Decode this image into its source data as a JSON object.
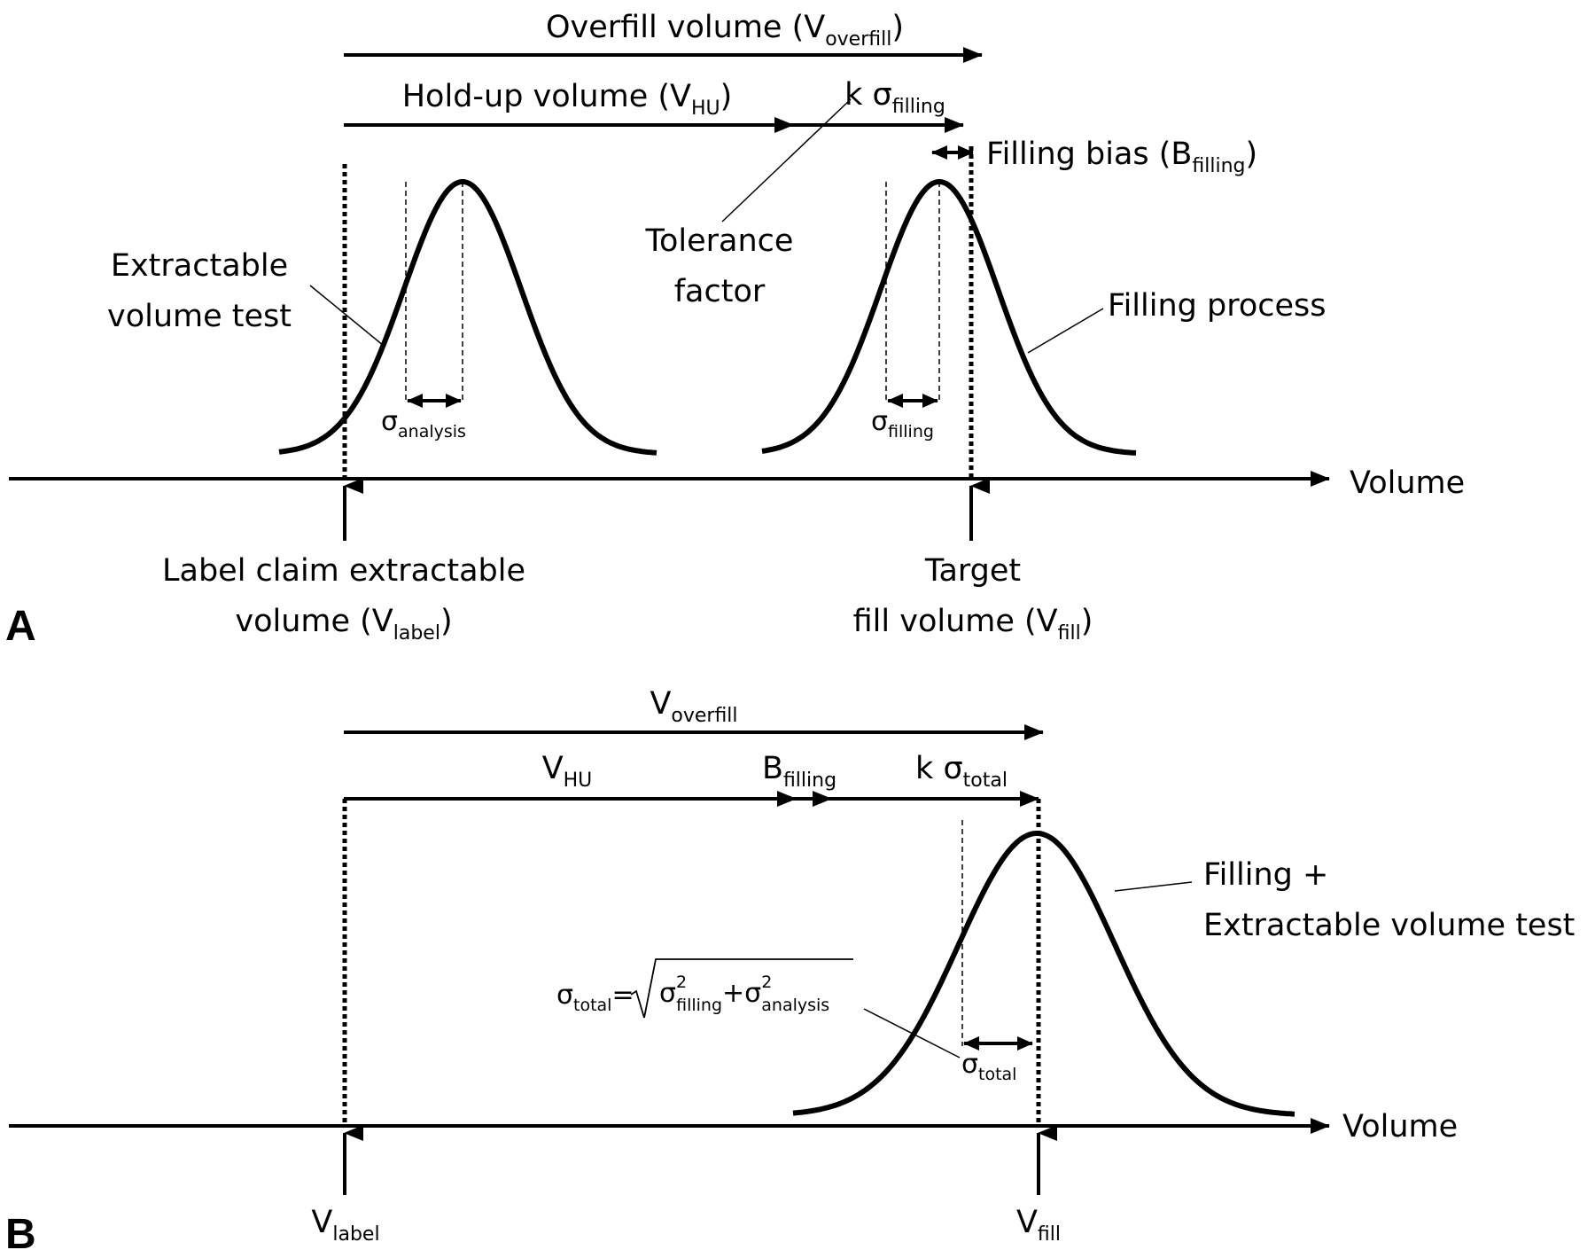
{
  "panel_a": {
    "panel_label": "A",
    "overfill": {
      "main": "Overfill volume (V",
      "sub": "overfill",
      "close": ")"
    },
    "holdup": {
      "main": "Hold-up volume (V",
      "sub": "HU",
      "close": ")"
    },
    "k_sigma": {
      "main": "k σ",
      "sub": "filling"
    },
    "filling_bias": {
      "main": "Filling bias (B",
      "sub": "filling",
      "close": ")"
    },
    "tolerance_factor": [
      "Tolerance",
      "factor"
    ],
    "extractable_test": [
      "Extractable",
      "volume test"
    ],
    "filling_process": "Filling process",
    "sigma_analysis": {
      "main": "σ",
      "sub": "analysis"
    },
    "sigma_filling": {
      "main": "σ",
      "sub": "filling"
    },
    "axis_label": "Volume",
    "label_claim": {
      "line1": "Label claim extractable",
      "line2_main": "volume (V",
      "line2_sub": "label",
      "line2_close": ")"
    },
    "target_fill": {
      "line1": "Target",
      "line2_main": "fill volume (V",
      "line2_sub": "fill",
      "line2_close": ")"
    }
  },
  "panel_b": {
    "panel_label": "B",
    "overfill": {
      "main": "V",
      "sub": "overfill"
    },
    "holdup": {
      "main": "V",
      "sub": "HU"
    },
    "bias": {
      "main": "B",
      "sub": "filling"
    },
    "k_sigma": {
      "main": "k σ",
      "sub": "total"
    },
    "combined": [
      "Filling +",
      "Extractable volume test"
    ],
    "formula": {
      "lhs_main": "σ",
      "lhs_sub": "total",
      "eq": "=",
      "t1_main": "σ",
      "t1_sup": "2",
      "t1_sub": "filling",
      "plus": "+",
      "t2_main": "σ",
      "t2_sup": "2",
      "t2_sub": "analysis"
    },
    "sigma_total": {
      "main": "σ",
      "sub": "total"
    },
    "axis_label": "Volume",
    "v_label": {
      "main": "V",
      "sub": "label"
    },
    "v_fill": {
      "main": "V",
      "sub": "fill"
    }
  }
}
